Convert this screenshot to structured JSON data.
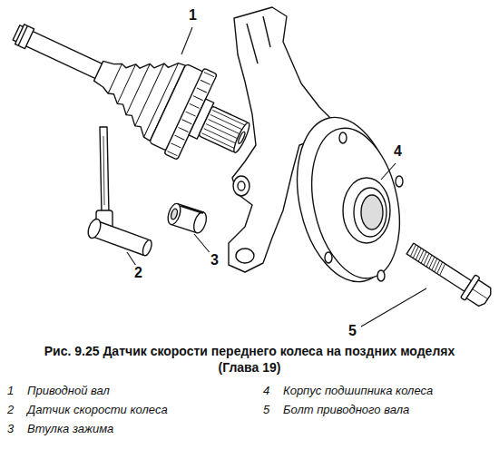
{
  "diagram": {
    "caption": "Рис. 9.25 Датчик скорости переднего колеса на поздних моделях (Глава 19)",
    "labels": [
      "1",
      "2",
      "3",
      "4",
      "5",
      "1",
      "Приводной вал",
      "2",
      "Датчик скорости колеса",
      "3",
      "Втулка зажима",
      "4",
      "Корпус подшипника колеса",
      "5",
      "Болт приводного вала"
    ]
  }
}
